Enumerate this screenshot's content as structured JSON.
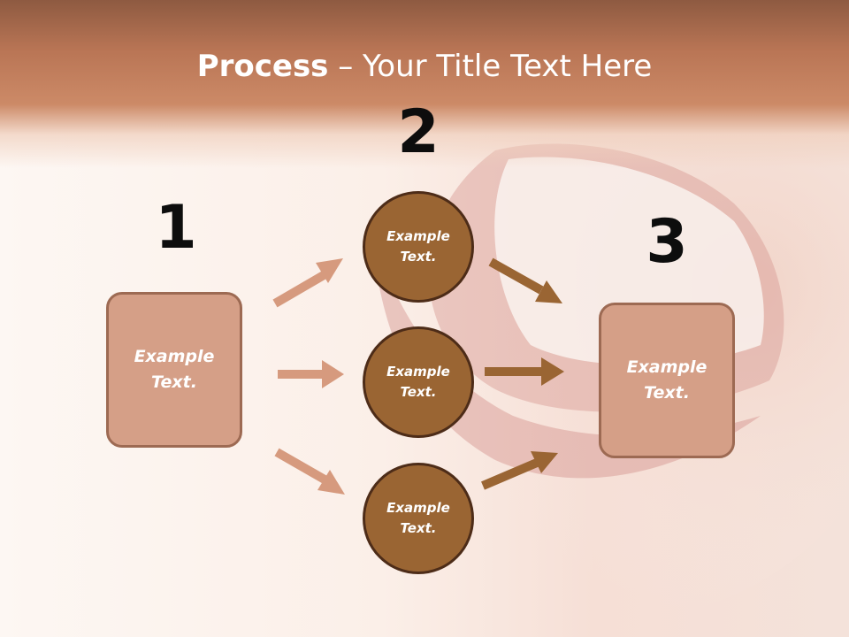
{
  "slide": {
    "title_bold": "Process",
    "title_rest": " – Your Title Text Here",
    "steps": {
      "one": "1",
      "two": "2",
      "three": "3"
    },
    "left_box": "Example\nText.",
    "right_box": "Example\nText.",
    "circles": [
      "Example\nText.",
      "Example\nText.",
      "Example\nText."
    ]
  },
  "colors": {
    "band_dark": "#8e5a41",
    "box_fill": "#d59f87",
    "circle_fill": "#9a6533",
    "arrow_light": "#d69a7e",
    "arrow_dark": "#9a6533"
  }
}
